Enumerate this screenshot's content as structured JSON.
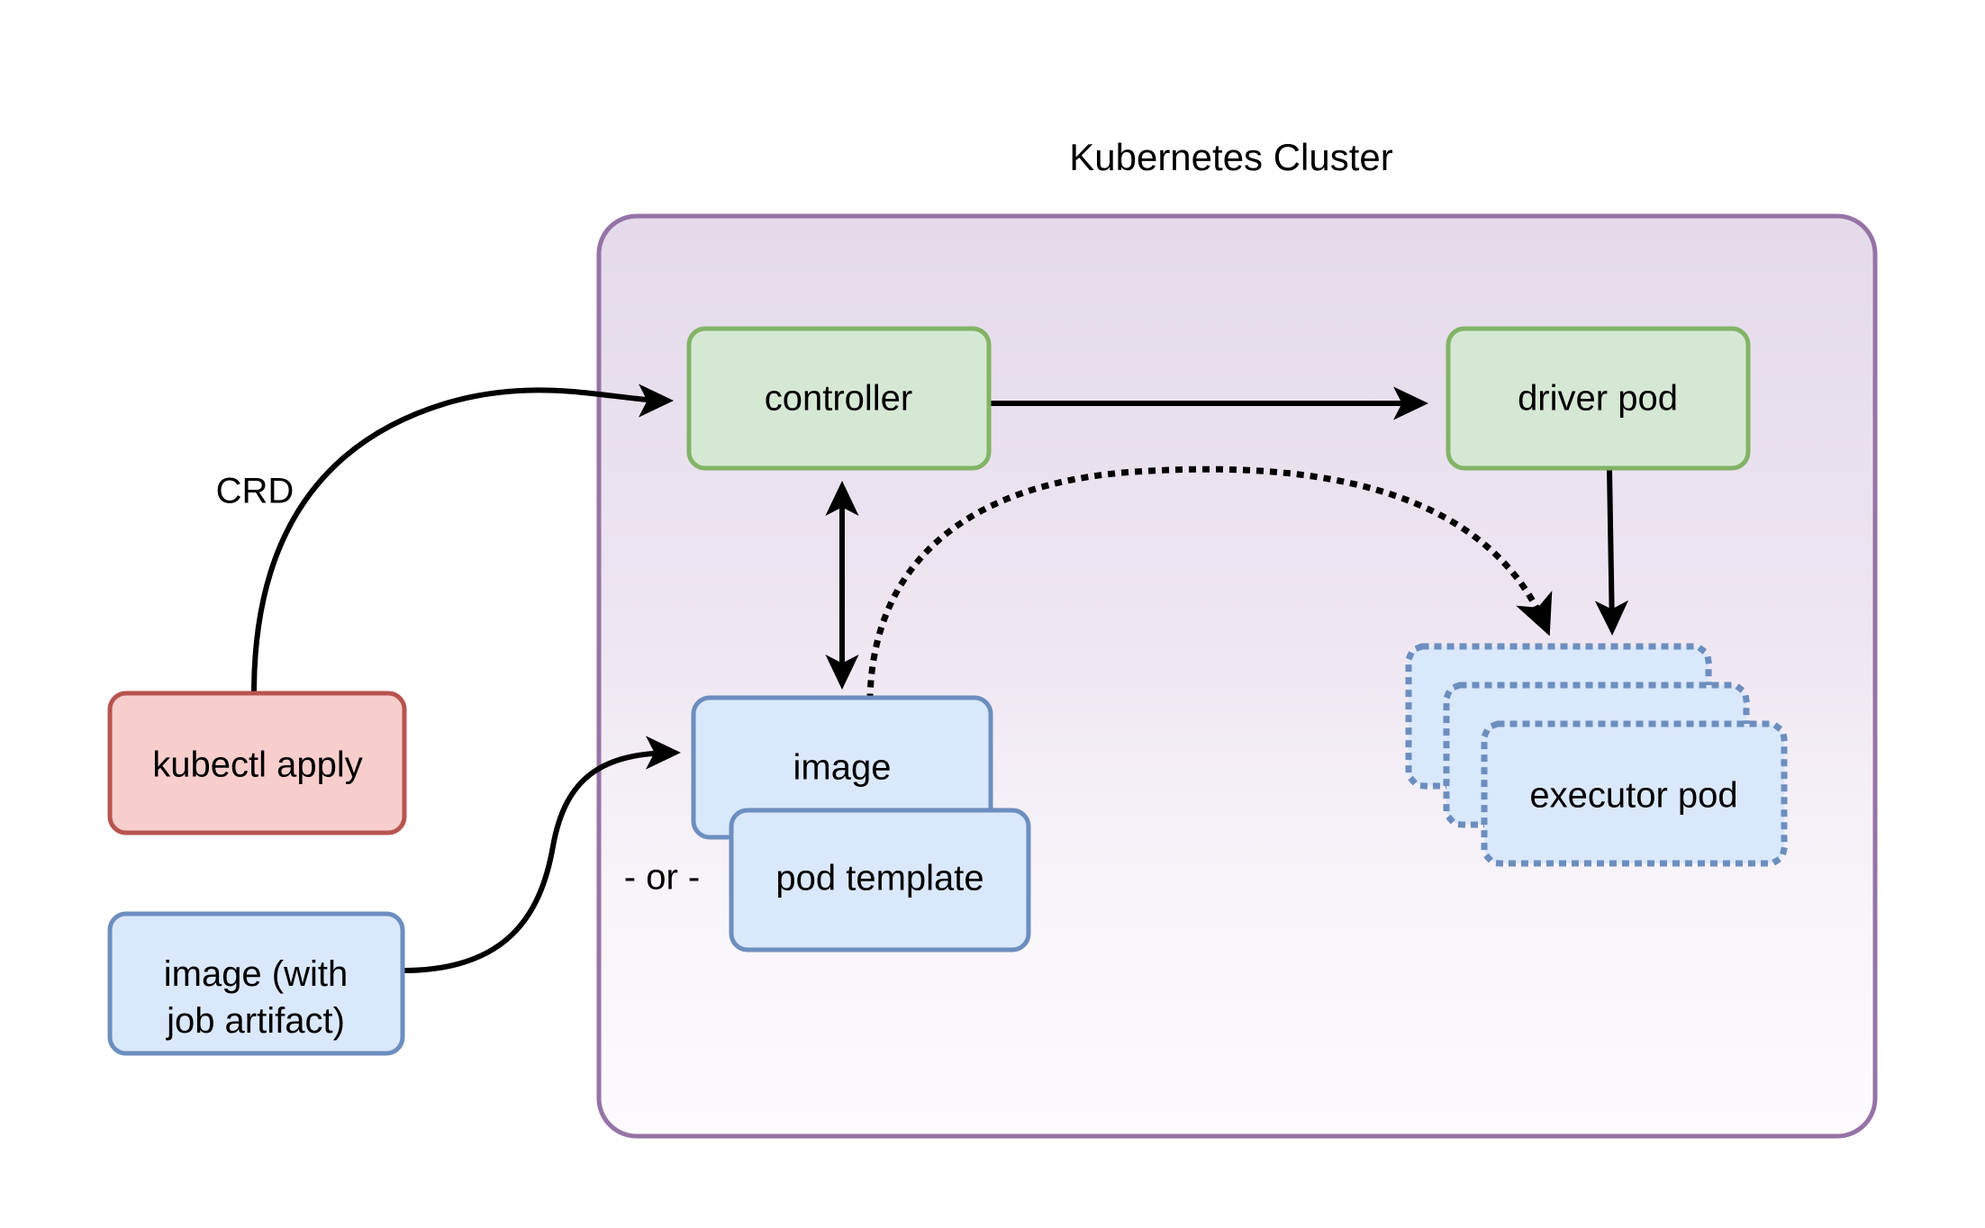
{
  "diagram": {
    "title": "Kubernetes Cluster",
    "type": "architecture-flow",
    "colors": {
      "cluster_border": "#9673a6",
      "cluster_fill_top": "#e6ddeb",
      "cluster_fill_bottom": "#fdfbfd",
      "green_fill": "#d5e8d4",
      "green_border": "#82b366",
      "blue_fill": "#dae8fc",
      "blue_border": "#6c8ebf",
      "red_fill": "#f8cecc",
      "red_border": "#b85450",
      "edge_stroke": "#000000"
    },
    "nodes": {
      "controller": {
        "label": "controller",
        "fill": "#d5e8d4",
        "border": "#82b366",
        "style": "solid"
      },
      "driver_pod": {
        "label": "driver pod",
        "fill": "#d5e8d4",
        "border": "#82b366",
        "style": "solid"
      },
      "image_in_cluster": {
        "label": "image",
        "fill": "#dae8fc",
        "border": "#6c8ebf",
        "style": "solid"
      },
      "pod_template": {
        "label": "pod template",
        "fill": "#dae8fc",
        "border": "#6c8ebf",
        "style": "solid"
      },
      "kubectl_apply": {
        "label": "kubectl apply",
        "fill": "#f8cecc",
        "border": "#b85450",
        "style": "solid"
      },
      "image_with_artifact": {
        "label_line1": "image (with",
        "label_line2": "job artifact)",
        "fill": "#dae8fc",
        "border": "#6c8ebf",
        "style": "solid"
      },
      "executor_pod_back": {
        "label": "executor pod",
        "fill": "#dae8fc",
        "border": "#6c8ebf",
        "style": "dotted"
      },
      "executor_pod_middle": {
        "label": "executor pod",
        "fill": "#dae8fc",
        "border": "#6c8ebf",
        "style": "dotted"
      },
      "executor_pod_front": {
        "label": "executor pod",
        "fill": "#dae8fc",
        "border": "#6c8ebf",
        "style": "dotted"
      }
    },
    "edge_labels": {
      "crd": "CRD",
      "or": "- or -"
    },
    "edges": [
      {
        "from": "kubectl apply",
        "to": "controller",
        "label": "CRD",
        "style": "solid",
        "arrow": "single"
      },
      {
        "from": "controller",
        "to": "driver pod",
        "label": "",
        "style": "solid",
        "arrow": "single"
      },
      {
        "from": "controller",
        "to": "image",
        "label": "",
        "style": "solid",
        "arrow": "double"
      },
      {
        "from": "image",
        "to": "executor pod",
        "label": "",
        "style": "dotted",
        "arrow": "single"
      },
      {
        "from": "driver pod",
        "to": "executor pod",
        "label": "",
        "style": "solid",
        "arrow": "single"
      },
      {
        "from": "image (with job artifact)",
        "to": "image",
        "label": "- or -",
        "style": "solid",
        "arrow": "single"
      }
    ]
  }
}
